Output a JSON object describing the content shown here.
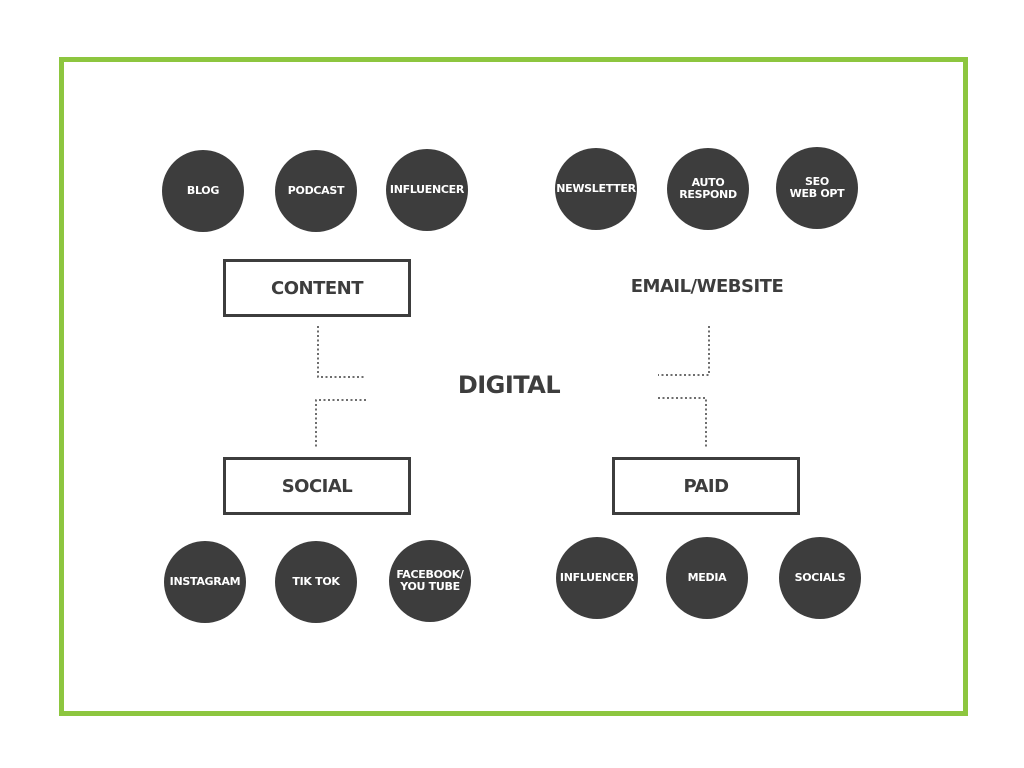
{
  "colors": {
    "frame": "#8dc63f",
    "node": "#3d3d3d",
    "text": "#3d3d3d"
  },
  "center": "DIGITAL",
  "groups": {
    "content": {
      "label": "CONTENT",
      "items": [
        "BLOG",
        "PODCAST",
        "INFLUENCER"
      ]
    },
    "email_website": {
      "label": "EMAIL/WEBSITE",
      "items": [
        "NEWSLETTER",
        "AUTO\nRESPOND",
        "SEO\nWEB OPT"
      ]
    },
    "social": {
      "label": "SOCIAL",
      "items": [
        "INSTAGRAM",
        "TIK TOK",
        "FACEBOOK/\nYOU TUBE"
      ]
    },
    "paid": {
      "label": "PAID",
      "items": [
        "INFLUENCER",
        "MEDIA",
        "SOCIALS"
      ]
    }
  }
}
